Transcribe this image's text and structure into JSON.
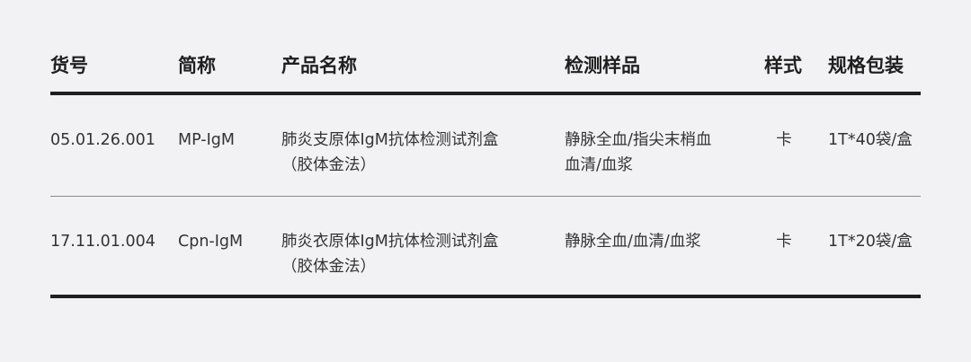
{
  "table": {
    "headers": {
      "code": "货号",
      "abbr": "简称",
      "name": "产品名称",
      "sample": "检测样品",
      "style": "样式",
      "spec": "规格包装"
    },
    "rows": [
      {
        "code": "05.01.26.001",
        "abbr": "MP-IgM",
        "name_line1": "肺炎支原体IgM抗体检测试剂盒",
        "name_line2": "（胶体金法）",
        "sample_line1": "静脉全血/指尖末梢血",
        "sample_line2": "血清/血浆",
        "style": "卡",
        "spec": "1T*40袋/盒"
      },
      {
        "code": "17.11.01.004",
        "abbr": "Cpn-IgM",
        "name_line1": "肺炎衣原体IgM抗体检测试剂盒",
        "name_line2": "（胶体金法）",
        "sample_line1": "静脉全血/血清/血浆",
        "sample_line2": "",
        "style": "卡",
        "spec": "1T*20袋/盒"
      }
    ]
  }
}
